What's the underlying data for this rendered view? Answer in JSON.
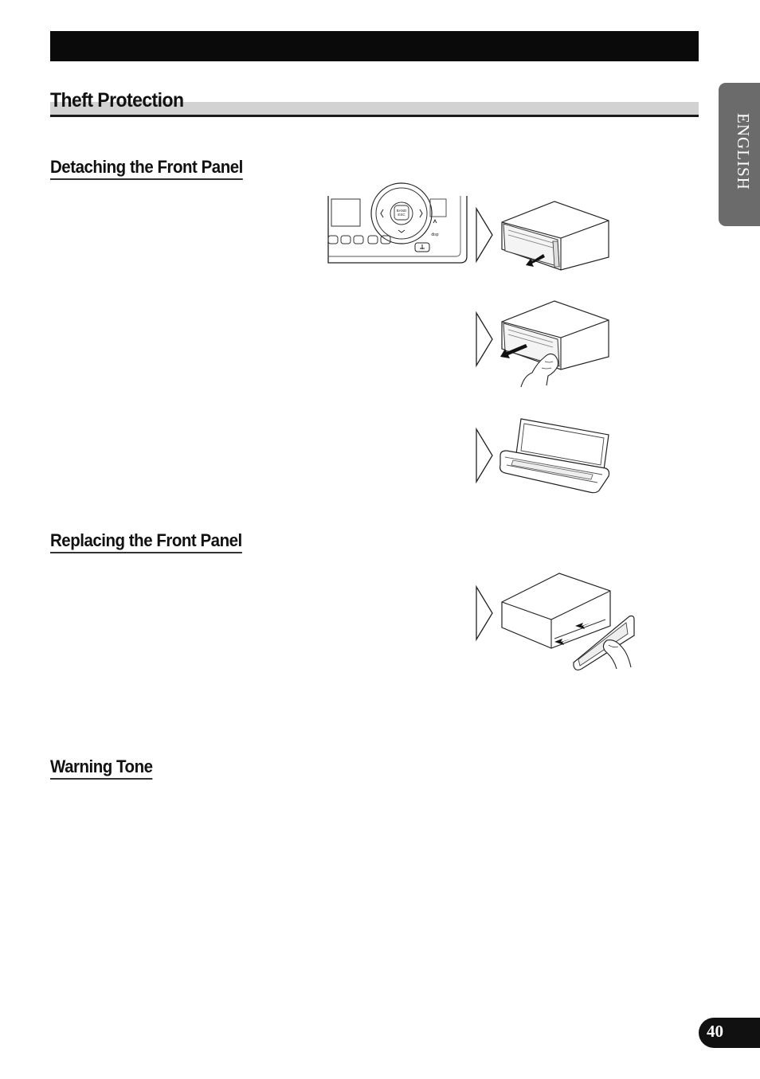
{
  "header": {
    "section_title": "Theft Protection"
  },
  "subsections": [
    {
      "title": "Detaching the Front Panel"
    },
    {
      "title": "Replacing the Front Panel"
    },
    {
      "title": "Warning Tone"
    }
  ],
  "side_tab": {
    "language": "ENGLISH"
  },
  "figures": {
    "unit_button_text": "BAND ESC"
  },
  "footer": {
    "page_number": "40"
  }
}
